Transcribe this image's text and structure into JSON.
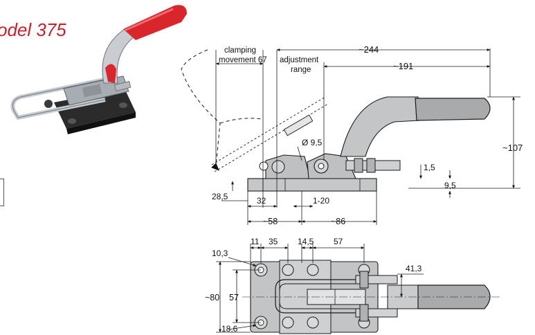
{
  "title": "odel 375",
  "colors": {
    "brand_red": "#c8202b",
    "handle_red": "#d9262c",
    "part_gray": "#b9babc",
    "line": "#1a1a1a"
  },
  "side_view": {
    "labels": {
      "clamping_1": "clamping",
      "clamping_2": "movement 67",
      "adjust_1": "adjustment",
      "adjust_2": "range",
      "bolt_dia": "Ø 9,5"
    },
    "dims": {
      "overall_length": "~244",
      "to_handle": "~191",
      "height": "~107",
      "bolt_h": "1,5",
      "base_thk": "9,5",
      "base_h": "28,5",
      "d32": "32",
      "d120": "1-20",
      "d58": "~58",
      "d86": "~86"
    }
  },
  "top_view": {
    "dims": {
      "d11": "11",
      "d35": "35",
      "d145": "14,5",
      "d57": "57",
      "d103": "10,3",
      "d413": "41,3",
      "d80": "~80",
      "d57v": "57",
      "d186": "18,6"
    }
  }
}
